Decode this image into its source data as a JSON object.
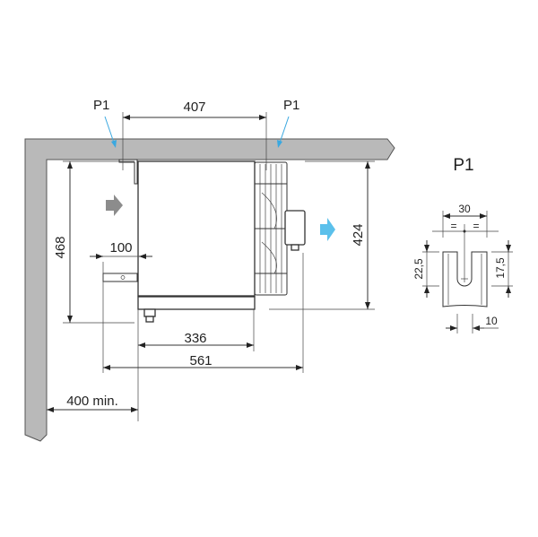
{
  "labels": {
    "p1_left": "P1",
    "p1_right": "P1",
    "detail_title": "P1"
  },
  "dimensions": {
    "width_top": "407",
    "height_left": "468",
    "pipe_offset": "100",
    "height_right": "424",
    "base_width": "336",
    "total_width": "561",
    "wall_clearance": "400 min."
  },
  "detail_dimensions": {
    "width": "30",
    "equal_left": "=",
    "equal_right": "=",
    "height_total": "22,5",
    "slot_depth": "17,5",
    "slot_width": "10"
  },
  "colors": {
    "wall": "#b9b9b9",
    "airflow_in": "#8c8c8c",
    "airflow_out": "#5bc0eb",
    "pointer": "#3aa8e0"
  }
}
